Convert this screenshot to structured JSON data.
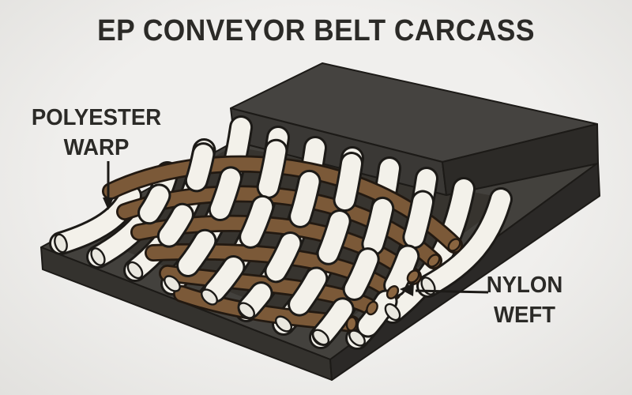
{
  "title": "EP CONVEYOR BELT CARCASS",
  "labels": {
    "warp": {
      "line1": "POLYESTER",
      "line2": "WARP"
    },
    "weft": {
      "line1": "NYLON",
      "line2": "WEFT"
    }
  },
  "diagram": {
    "type": "isometric cutaway illustration of a conveyor belt fabric carcass",
    "warp_material": "polyester",
    "weft_material": "nylon",
    "warp_thread_count": 11,
    "weft_band_count": 6
  },
  "colors": {
    "background": "#f0efed",
    "vignette": "#e2e1de",
    "ink": "#1c1a17",
    "text": "#2b2a27",
    "slab-top": "#43413d",
    "slab-front": "#34322e",
    "slab-side": "#2b2927",
    "block-top": "#454340",
    "block-front": "#3a3835",
    "block-side": "#2c2a27",
    "fabric-shadow": "#37342f",
    "warp-fill": "#f3f1ea",
    "warp-cap": "#e9e7df",
    "weft-fill": "#7b5938",
    "weft-cap": "#8a6540",
    "weft-ink": "#221911"
  }
}
